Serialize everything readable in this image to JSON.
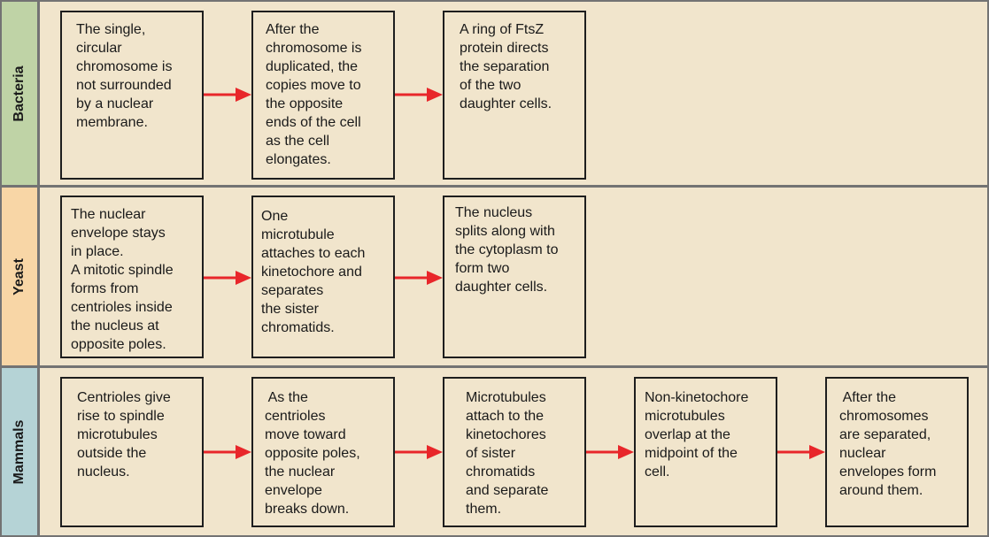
{
  "colors": {
    "bacteria_label_bg": "#bfd3a6",
    "yeast_label_bg": "#f8d6a6",
    "mammals_label_bg": "#b5d3d6",
    "content_bg": "#f1e5cc",
    "arrow": "#e8262a"
  },
  "rows": [
    {
      "label": "Bacteria",
      "steps": [
        {
          "text": "The single,\ncircular\nchromosome is\nnot surrounded\nby a nuclear\nmembrane."
        },
        {
          "text": "After the\nchromosome is\nduplicated, the\ncopies move to\nthe opposite\nends of the cell\nas the cell\nelongates."
        },
        {
          "text": "A ring of FtsZ\nprotein directs\nthe separation\nof the two\ndaughter cells."
        }
      ]
    },
    {
      "label": "Yeast",
      "steps": [
        {
          "text": "The nuclear\nenvelope stays\nin place.\nA mitotic spindle\nforms from\ncentrioles inside\nthe nucleus at\nopposite poles."
        },
        {
          "text": "One\nmicrotubule\nattaches to each\nkinetochore and\nseparates\nthe sister\nchromatids."
        },
        {
          "text": "The nucleus\nsplits along with\nthe cytoplasm to\nform two\ndaughter cells."
        }
      ]
    },
    {
      "label": "Mammals",
      "steps": [
        {
          "text": "Centrioles give\nrise to spindle\nmicrotubules\noutside the\nnucleus."
        },
        {
          "text": " As the\ncentrioles\nmove toward\nopposite poles,\nthe nuclear\nenvelope\nbreaks down."
        },
        {
          "text": "Microtubules\nattach to the\nkinetochores\nof sister\nchromatids\nand separate\nthem."
        },
        {
          "text": "Non-kinetochore\nmicrotubules\noverlap at the\nmidpoint of the\ncell."
        },
        {
          "text": " After the\nchromosomes\nare separated,\nnuclear\nenvelopes form\naround them."
        }
      ]
    }
  ]
}
